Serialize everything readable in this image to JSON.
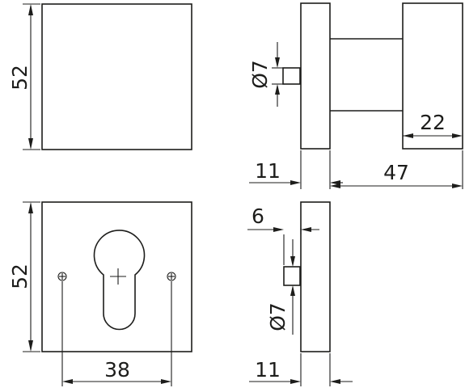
{
  "dimensions": {
    "rose_height": "52",
    "pin_diameter": "Ø7",
    "knob_depth": "22",
    "rose_thickness": "11",
    "overall_depth": "47",
    "escutcheon_height": "52",
    "screw_spacing": "38",
    "pin_offset": "6",
    "pin_diameter_lower": "Ø7",
    "escutcheon_thickness": "11"
  }
}
